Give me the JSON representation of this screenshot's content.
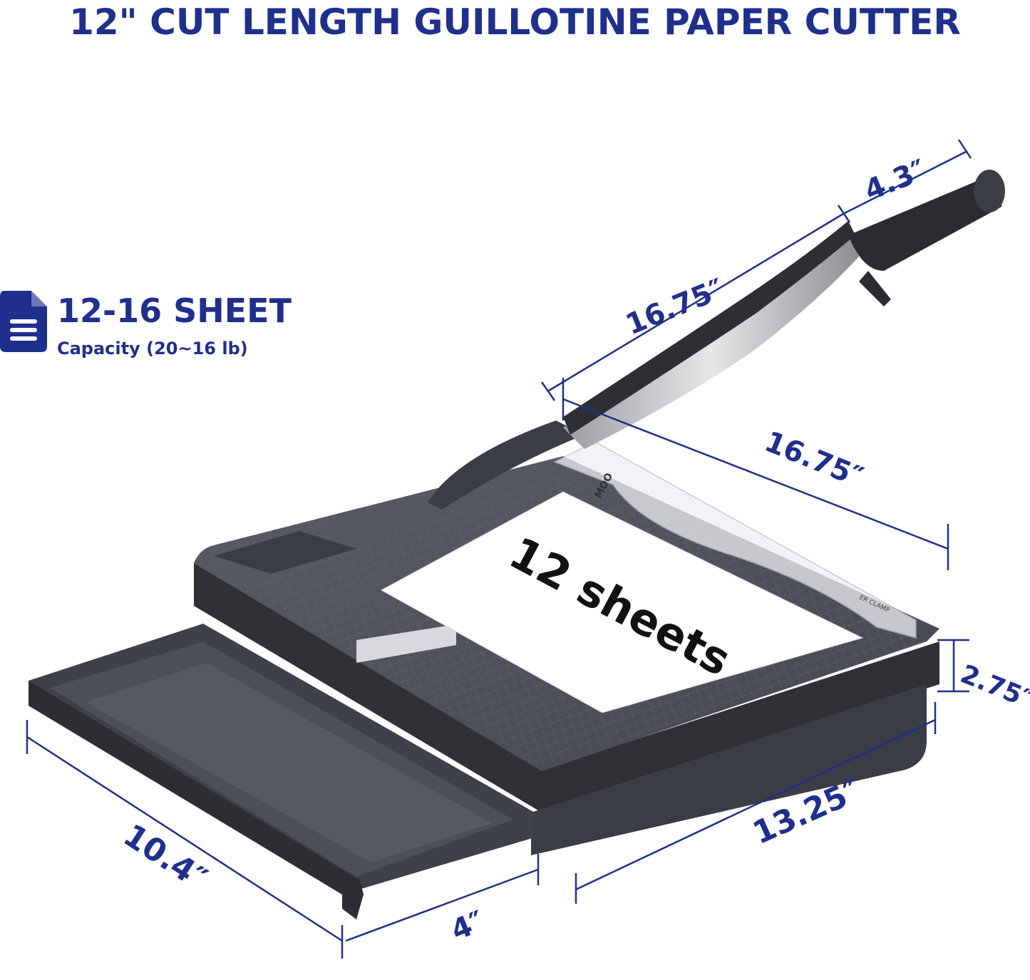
{
  "title": "12\" CUT LENGTH GUILLOTINE PAPER CUTTER",
  "capacity": {
    "heading": "12-16 SHEET",
    "subtext": "Capacity (20~16 lb)",
    "icon": "document-icon"
  },
  "dimensions": {
    "handle": "4.3″",
    "arm": "16.75″",
    "board_top": "16.75″",
    "height": "2.75″",
    "front": "13.25″",
    "depth": "10.4″",
    "drawer": "4″"
  },
  "paper_label": "12 sheets",
  "brand_text": "MOO",
  "clamp_text": "ER CLAMP",
  "colors": {
    "brand_blue": "#1f2f8c",
    "board": "#4a4d55"
  }
}
